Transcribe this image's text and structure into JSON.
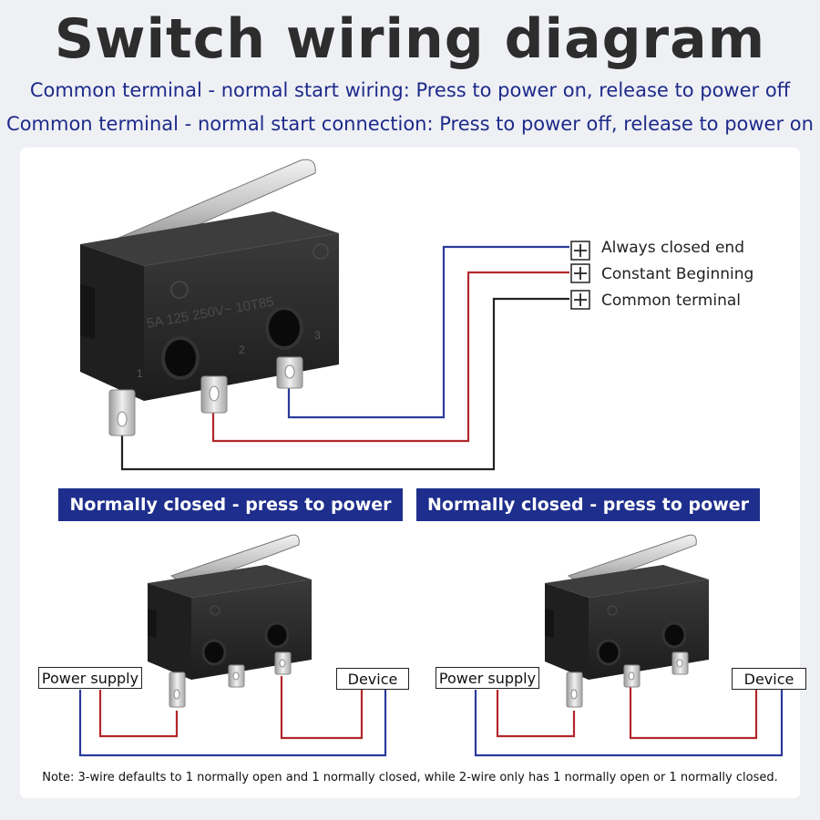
{
  "header": {
    "title": "Switch wiring diagram",
    "subtitle_1": "Common terminal - normal start wiring: Press to power on, release to power off",
    "subtitle_2": "Common terminal - normal start connection: Press to power off, release to power on"
  },
  "switch_markings": {
    "rating": "5A 125 250V~ 10T85 ",
    "pin_1": "1",
    "pin_2": "2",
    "pin_3": "3"
  },
  "terminals": [
    {
      "label": "Always closed end",
      "wire_color": "#2b3a9c"
    },
    {
      "label": "Constant Beginning",
      "wire_color": "#b3262a"
    },
    {
      "label": "Common terminal",
      "wire_color": "#222222"
    }
  ],
  "sections": [
    {
      "title": "Normally closed - press to power off",
      "source": "Power supply",
      "load": "Device"
    },
    {
      "title": "Normally closed - press to power off",
      "source": "Power supply",
      "load": "Device"
    }
  ],
  "note": "Note: 3-wire defaults to 1 normally open and 1 normally closed, while 2-wire only has 1 normally open or 1 normally closed.",
  "colors": {
    "accent": "#1e2e8c",
    "red_wire": "#b3262a",
    "blue_wire": "#2b3a9c",
    "black_wire": "#222222"
  }
}
